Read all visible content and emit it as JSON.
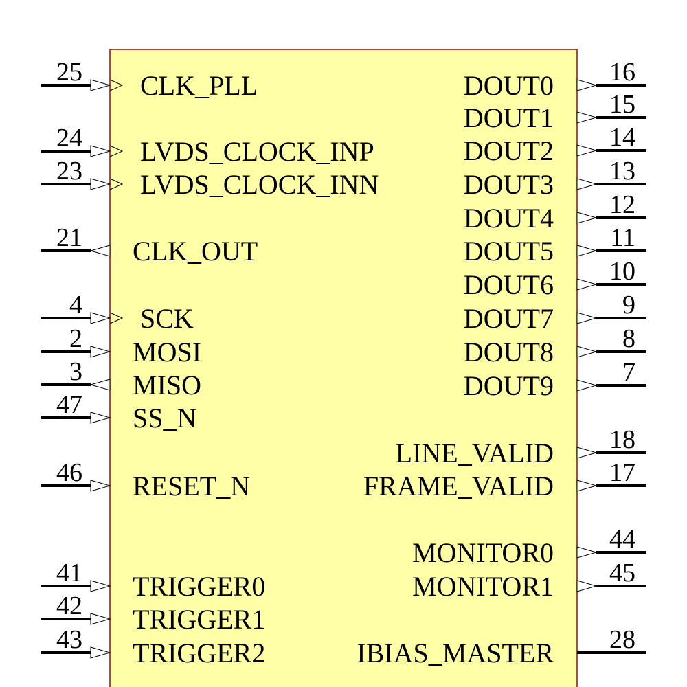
{
  "component": {
    "body_fill": "#ffffa8",
    "body_stroke": "#8b1010",
    "wire_color": "#000000"
  },
  "left_pins": [
    {
      "number": "25",
      "name": "CLK_PLL",
      "type": "clock-input"
    },
    {
      "number": "24",
      "name": "LVDS_CLOCK_INP",
      "type": "clock-input"
    },
    {
      "number": "23",
      "name": "LVDS_CLOCK_INN",
      "type": "clock-input"
    },
    {
      "number": "21",
      "name": "CLK_OUT",
      "type": "output"
    },
    {
      "number": "4",
      "name": "SCK",
      "type": "clock-input"
    },
    {
      "number": "2",
      "name": "MOSI",
      "type": "input"
    },
    {
      "number": "3",
      "name": "MISO",
      "type": "output"
    },
    {
      "number": "47",
      "name": "SS_N",
      "type": "input"
    },
    {
      "number": "46",
      "name": "RESET_N",
      "type": "input"
    },
    {
      "number": "41",
      "name": "TRIGGER0",
      "type": "input"
    },
    {
      "number": "42",
      "name": "TRIGGER1",
      "type": "input"
    },
    {
      "number": "43",
      "name": "TRIGGER2",
      "type": "input"
    }
  ],
  "right_pins": [
    {
      "number": "16",
      "name": "DOUT0",
      "type": "output"
    },
    {
      "number": "15",
      "name": "DOUT1",
      "type": "output"
    },
    {
      "number": "14",
      "name": "DOUT2",
      "type": "output"
    },
    {
      "number": "13",
      "name": "DOUT3",
      "type": "output"
    },
    {
      "number": "12",
      "name": "DOUT4",
      "type": "output"
    },
    {
      "number": "11",
      "name": "DOUT5",
      "type": "output"
    },
    {
      "number": "10",
      "name": "DOUT6",
      "type": "output"
    },
    {
      "number": "9",
      "name": "DOUT7",
      "type": "output"
    },
    {
      "number": "8",
      "name": "DOUT8",
      "type": "output"
    },
    {
      "number": "7",
      "name": "DOUT9",
      "type": "output"
    },
    {
      "number": "18",
      "name": "LINE_VALID",
      "type": "output"
    },
    {
      "number": "17",
      "name": "FRAME_VALID",
      "type": "output"
    },
    {
      "number": "44",
      "name": "MONITOR0",
      "type": "output"
    },
    {
      "number": "45",
      "name": "MONITOR1",
      "type": "output"
    },
    {
      "number": "28",
      "name": "IBIAS_MASTER",
      "type": "passive"
    }
  ]
}
